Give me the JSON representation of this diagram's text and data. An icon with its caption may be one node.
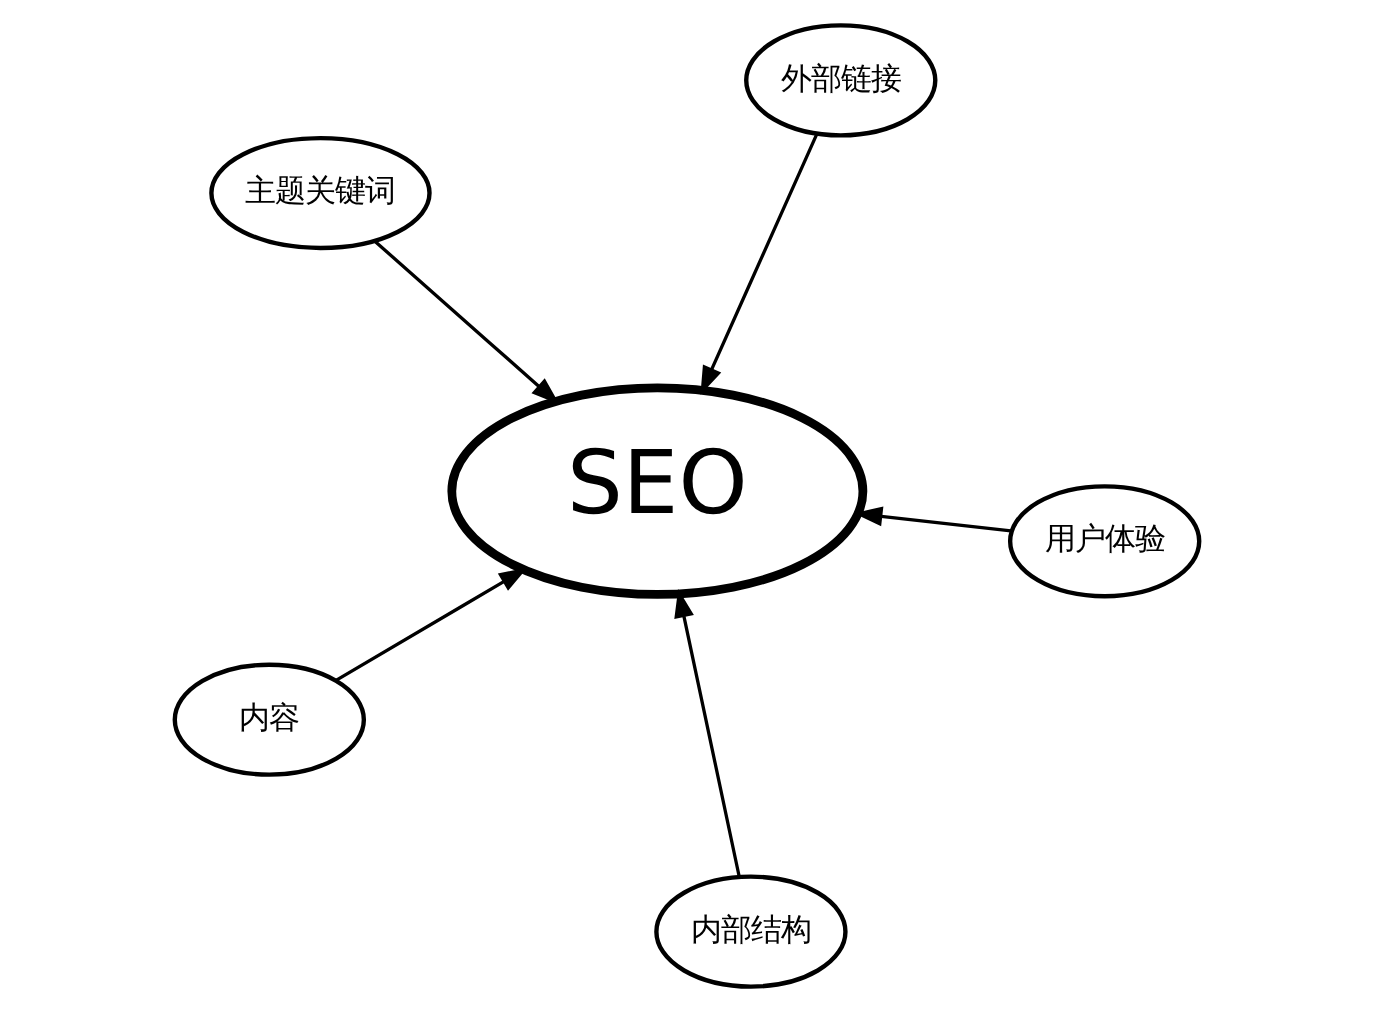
{
  "diagram": {
    "nodes": [
      {
        "text": [
          "主题关键词"
        ]
      },
      {
        "text": [
          "用户体验"
        ]
      },
      {
        "text": [
          "内部结构"
        ]
      },
      {
        "text": [
          "SEO"
        ]
      },
      {
        "text": [
          "外部链接"
        ]
      },
      {
        "text": [
          "内容"
        ]
      }
    ],
    "edges": [
      {
        "from": 0,
        "to": 3,
        "arrow": "to"
      },
      {
        "from": 1,
        "to": 3,
        "arrow": "to"
      },
      {
        "from": 2,
        "to": 3,
        "arrow": "to"
      },
      {
        "from": 4,
        "to": 3,
        "arrow": "to"
      },
      {
        "from": 5,
        "to": 3,
        "arrow": "to"
      }
    ]
  }
}
